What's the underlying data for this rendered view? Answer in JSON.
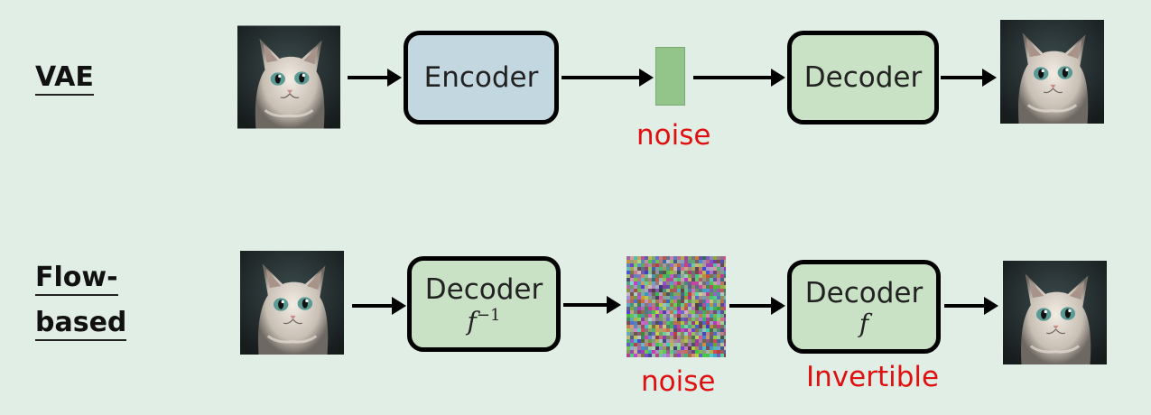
{
  "vae": {
    "label": "VAE",
    "encoder_label": "Encoder",
    "decoder_label": "Decoder",
    "latent_label": "noise"
  },
  "flow": {
    "label_line1": "Flow-",
    "label_line2": "based",
    "decoder_left_label": "Decoder",
    "decoder_left_math": "f",
    "decoder_left_sup": "−1",
    "decoder_right_label": "Decoder",
    "decoder_right_math": "f",
    "latent_label": "noise",
    "invertible_label": "Invertible"
  },
  "colors": {
    "background": "#e0eee6",
    "encoder_fill": "#c3d7e0",
    "decoder_fill": "#c9e2c5",
    "latent_fill": "#93c58a",
    "annotation_red": "#e01010"
  },
  "icons": {
    "cat_image": "cat-photo-icon",
    "noise_image": "random-noise-image"
  }
}
